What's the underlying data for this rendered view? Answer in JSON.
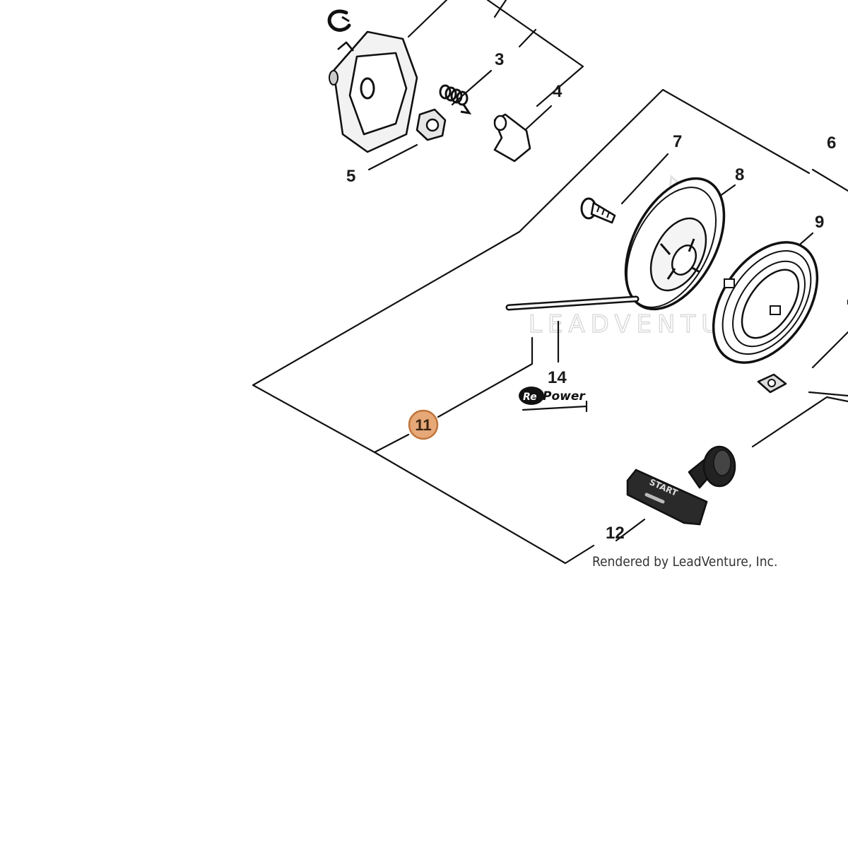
{
  "callouts": [
    {
      "id": "3",
      "label": "3"
    },
    {
      "id": "4",
      "label": "4"
    },
    {
      "id": "5",
      "label": "5"
    },
    {
      "id": "6",
      "label": "6"
    },
    {
      "id": "7",
      "label": "7"
    },
    {
      "id": "8",
      "label": "8"
    },
    {
      "id": "9",
      "label": "9"
    },
    {
      "id": "11",
      "label": "11",
      "highlighted": true
    },
    {
      "id": "12",
      "label": "12"
    },
    {
      "id": "14",
      "label": "14"
    }
  ],
  "credit": "Rendered by LeadVenture, Inc.",
  "watermark": "LEADVENTURE",
  "brand": {
    "re": "Re",
    "power": "Power"
  },
  "handle_text": "START",
  "colors": {
    "line": "#111111",
    "highlight_fill": "#e7a878",
    "highlight_stroke": "#c0743a",
    "watermark": "#d9d9d9"
  },
  "icons": {
    "snap_ring": "snap-ring-icon",
    "starter_pulley": "starter-pulley-icon",
    "spring": "spring-icon",
    "pawl": "pawl-icon",
    "nut": "hex-nut-icon",
    "screw": "screw-icon",
    "rope_reel": "rope-reel-icon",
    "recoil_spring": "recoil-spring-icon",
    "square_nut": "square-nut-icon",
    "start_handle": "start-handle-icon",
    "rope": "starter-rope-icon"
  }
}
